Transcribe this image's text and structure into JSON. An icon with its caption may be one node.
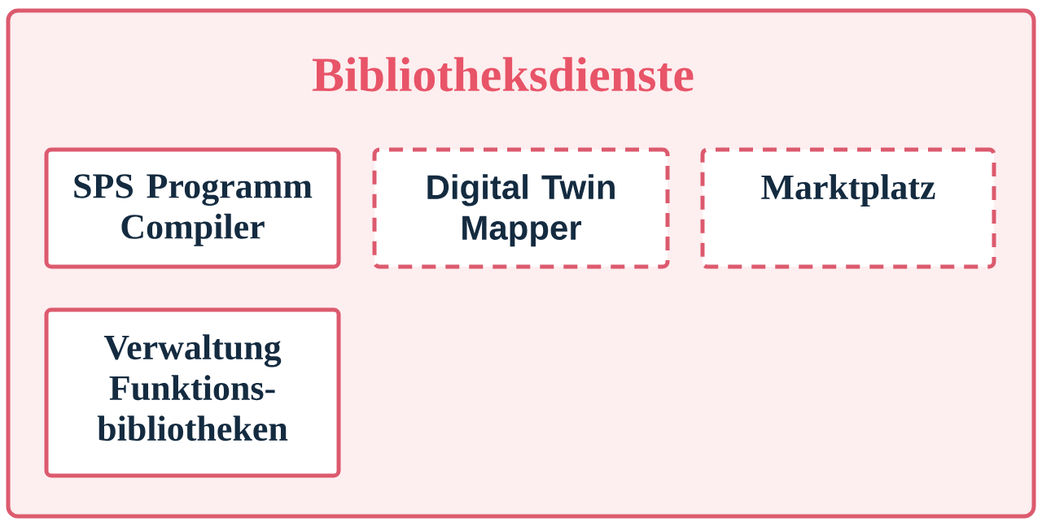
{
  "diagram": {
    "nodes": [
      {
        "text": [
          "Bibliotheksdienste"
        ]
      },
      {
        "text": [
          "SPS Programm Compiler"
        ],
        "in": 0
      },
      {
        "text": [
          "Digital Twin Mapper"
        ],
        "in": 0
      },
      {
        "text": [
          "Marktplatz"
        ],
        "in": 0
      },
      {
        "text": [
          "Verwaltung Funktions- bibliotheken"
        ],
        "in": 0
      }
    ]
  }
}
